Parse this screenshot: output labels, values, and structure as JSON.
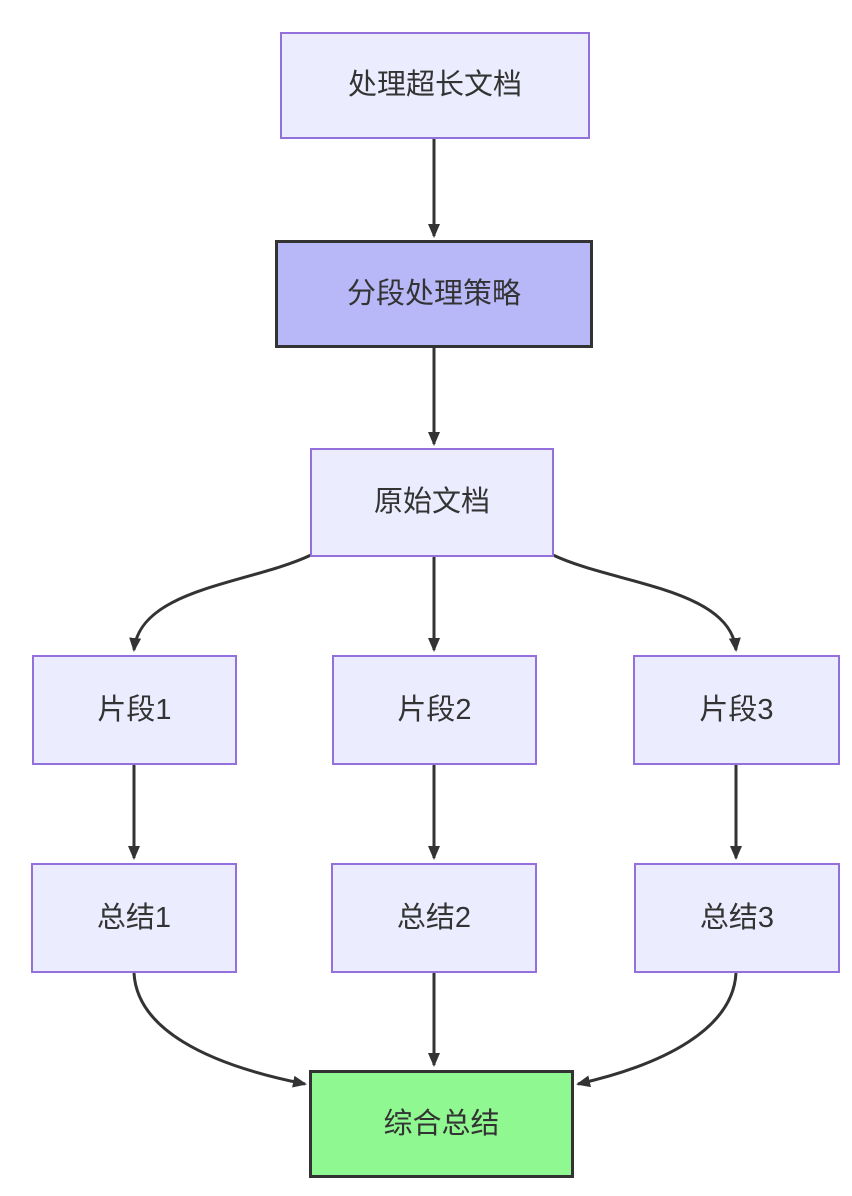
{
  "diagram": {
    "type": "flowchart",
    "direction": "top-down",
    "nodes": [
      {
        "id": "A",
        "label": "处理超长文档",
        "style": "default"
      },
      {
        "id": "B",
        "label": "分段处理策略",
        "style": "highlight-purple"
      },
      {
        "id": "C",
        "label": "原始文档",
        "style": "default"
      },
      {
        "id": "D",
        "label": "片段1",
        "style": "default"
      },
      {
        "id": "E",
        "label": "片段2",
        "style": "default"
      },
      {
        "id": "F",
        "label": "片段3",
        "style": "default"
      },
      {
        "id": "G",
        "label": "总结1",
        "style": "default"
      },
      {
        "id": "H",
        "label": "总结2",
        "style": "default"
      },
      {
        "id": "I",
        "label": "总结3",
        "style": "default"
      },
      {
        "id": "J",
        "label": "综合总结",
        "style": "highlight-green"
      }
    ],
    "edges": [
      {
        "from": "A",
        "to": "B"
      },
      {
        "from": "B",
        "to": "C"
      },
      {
        "from": "C",
        "to": "D"
      },
      {
        "from": "C",
        "to": "E"
      },
      {
        "from": "C",
        "to": "F"
      },
      {
        "from": "D",
        "to": "G"
      },
      {
        "from": "E",
        "to": "H"
      },
      {
        "from": "F",
        "to": "I"
      },
      {
        "from": "G",
        "to": "J"
      },
      {
        "from": "H",
        "to": "J"
      },
      {
        "from": "I",
        "to": "J"
      }
    ],
    "colors": {
      "node_fill": "#ECECFF",
      "node_border": "#9370DB",
      "highlight_purple_fill": "#b8b8f8",
      "highlight_green_fill": "#90f890",
      "highlight_border": "#333333",
      "edge_stroke": "#333333",
      "text": "#333333",
      "background": "#ffffff"
    }
  }
}
